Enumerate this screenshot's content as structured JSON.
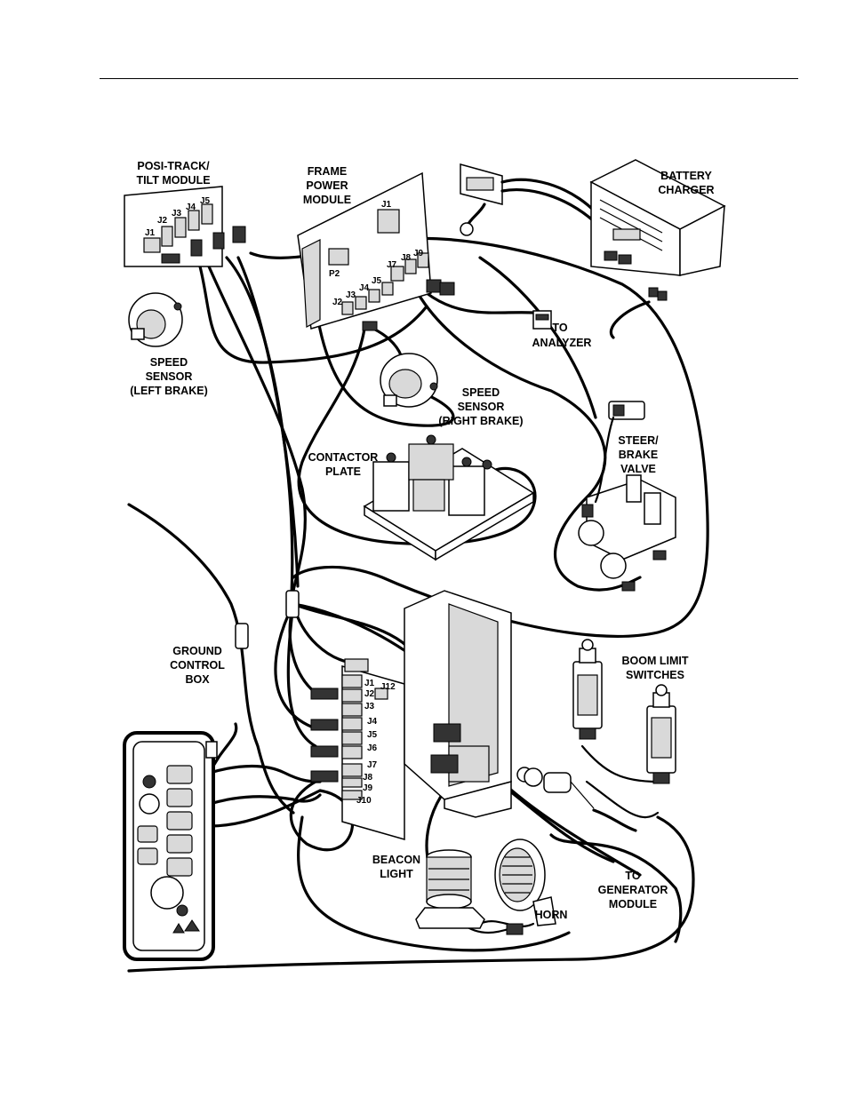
{
  "labels": {
    "posi_track": [
      "POSI-TRACK/",
      "TILT MODULE"
    ],
    "frame_power": [
      "FRAME",
      "POWER",
      "MODULE"
    ],
    "battery_charger": [
      "BATTERY",
      "CHARGER"
    ],
    "speed_left": [
      "SPEED",
      "SENSOR",
      "(LEFT BRAKE)"
    ],
    "speed_right": [
      "SPEED",
      "SENSOR",
      "(RIGHT BRAKE)"
    ],
    "analyzer": [
      "TO",
      "ANALYZER"
    ],
    "contactor": [
      "CONTACTOR",
      "PLATE"
    ],
    "steer_brake": [
      "STEER/",
      "BRAKE",
      "VALVE"
    ],
    "ground_control": [
      "GROUND",
      "CONTROL",
      "BOX"
    ],
    "boom_limit": [
      "BOOM LIMIT",
      "SWITCHES"
    ],
    "beacon": [
      "BEACON",
      "LIGHT"
    ],
    "horn": "HORN",
    "generator": [
      "TO",
      "GENERATOR",
      "MODULE"
    ]
  },
  "connectors": {
    "posi_track": [
      "J1",
      "J2",
      "J3",
      "J4",
      "J5"
    ],
    "frame_power_top": "J1",
    "frame_power": [
      "P2",
      "J2",
      "J3",
      "J4",
      "J5",
      "J7",
      "J8",
      "J9"
    ],
    "ground_box": [
      "J1",
      "J2",
      "J3",
      "J4",
      "J5",
      "J6",
      "J7",
      "J8",
      "J9",
      "J10",
      "J12"
    ]
  }
}
